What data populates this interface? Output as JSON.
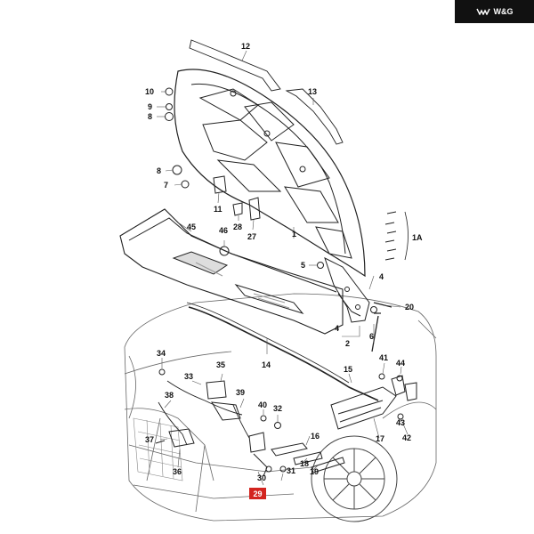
{
  "brand": {
    "text": "W&G",
    "icon": "wings-logo-icon",
    "bg": "#111111",
    "fg": "#ffffff"
  },
  "highlight": {
    "label": "29",
    "color": "#d3241f"
  },
  "callouts": {
    "c1": "1",
    "c2": "2",
    "c4a": "4",
    "c4b": "4",
    "c5": "5",
    "c6": "6",
    "c7": "7",
    "c8a": "8",
    "c8b": "8",
    "c9": "9",
    "c10": "10",
    "c11": "11",
    "c12": "12",
    "c13": "13",
    "c14": "14",
    "c15": "15",
    "c16": "16",
    "c17": "17",
    "c18": "18",
    "c19": "19",
    "c20": "20",
    "c27": "27",
    "c28": "28",
    "c30": "30",
    "c31": "31",
    "c32": "32",
    "c33": "33",
    "c34": "34",
    "c35": "35",
    "c36": "36",
    "c37": "37",
    "c38": "38",
    "c39": "39",
    "c40": "40",
    "c41": "41",
    "c42": "42",
    "c43": "43",
    "c44": "44",
    "c45": "45",
    "c46": "46",
    "c1A": "1A"
  }
}
